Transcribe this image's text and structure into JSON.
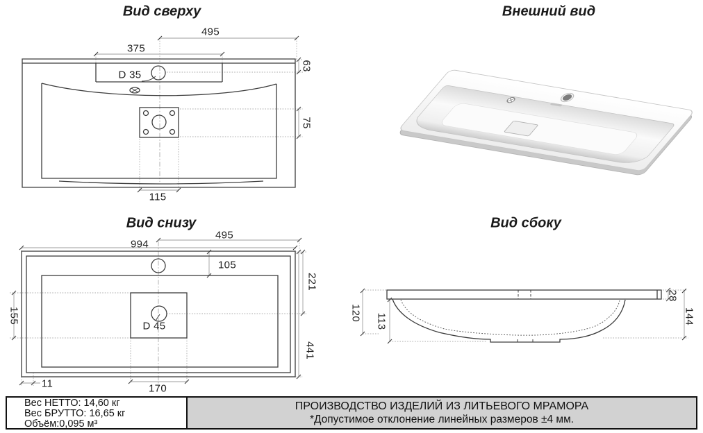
{
  "titles": {
    "top_view": "Вид сверху",
    "external_view": "Внешний вид",
    "bottom_view": "Вид снизу",
    "side_view": "Вид сбоку"
  },
  "top_view": {
    "d495": "495",
    "d375": "375",
    "d35": "D 35",
    "d63": "63",
    "d75": "75",
    "d115": "115"
  },
  "bottom_view": {
    "d994": "994",
    "d495": "495",
    "d105": "105",
    "d221": "221",
    "d441": "441",
    "d155": "155",
    "d45": "D 45",
    "d11": "11",
    "d170": "170"
  },
  "side_view": {
    "d120": "120",
    "d113": "113",
    "d28": "28",
    "d144": "144"
  },
  "info_bar": {
    "net": "Вес НЕТТО: 14,60 кг",
    "gross": "Вес БРУТТО: 16,65 кг",
    "volume": "Объём:0,095 м³",
    "line1": "ПРОИЗВОДСТВО ИЗДЕЛИЙ ИЗ ЛИТЬЕВОГО МРАМОРА",
    "line2": "*Допустимое отклонение линейных размеров ±4 мм."
  },
  "colors": {
    "drawing_line": "#3c3c3c",
    "dimension_line": "#a6a6a6",
    "info_bar_bg": "#d2d2d2"
  }
}
